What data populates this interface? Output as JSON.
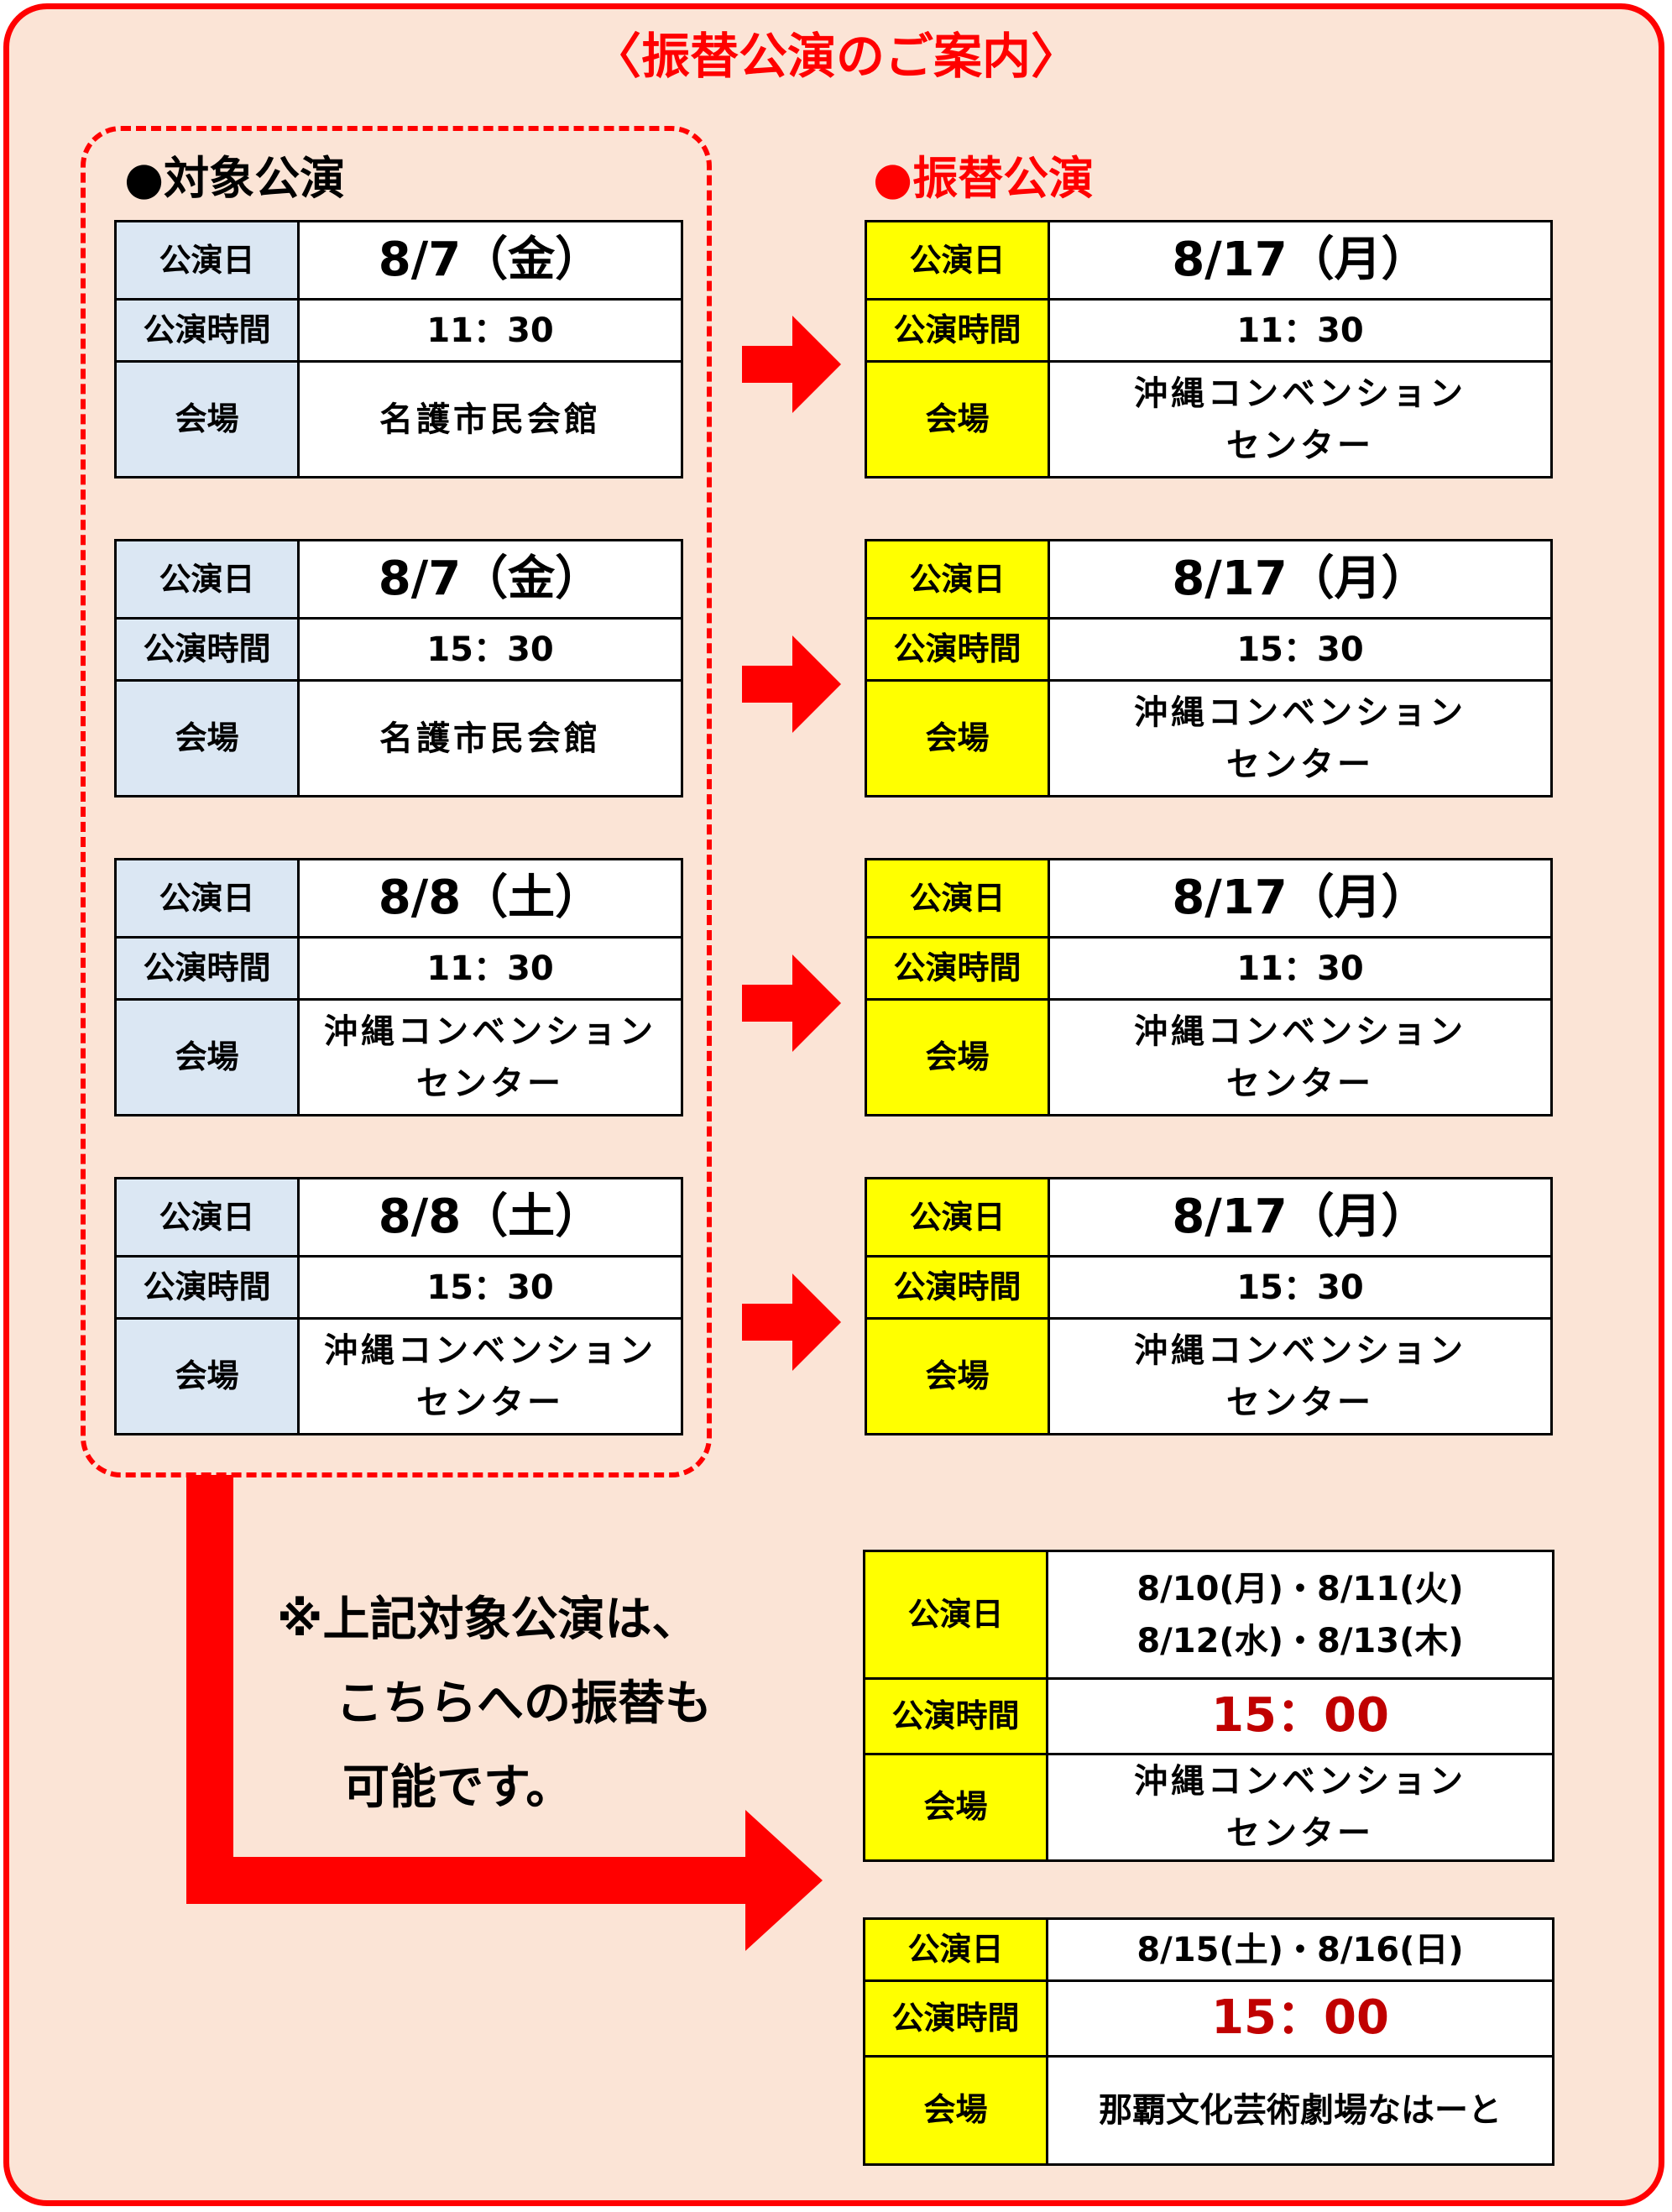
{
  "title": "〈振替公演のご案内〉",
  "left_heading": "●対象公演",
  "right_heading": "●振替公演",
  "labels": {
    "date": "公演日",
    "time": "公演時間",
    "venue": "会場"
  },
  "target_shows": [
    {
      "date": "8/7（金）",
      "time": "11：30",
      "venue_line1": "名護市民会館",
      "venue_line2": ""
    },
    {
      "date": "8/7（金）",
      "time": "15：30",
      "venue_line1": "名護市民会館",
      "venue_line2": ""
    },
    {
      "date": "8/8（土）",
      "time": "11：30",
      "venue_line1": "沖縄コンベンション",
      "venue_line2": "センター"
    },
    {
      "date": "8/8（土）",
      "time": "15：30",
      "venue_line1": "沖縄コンベンション",
      "venue_line2": "センター"
    }
  ],
  "transfer_shows": [
    {
      "date": "8/17（月）",
      "time": "11：30",
      "venue_line1": "沖縄コンベンション",
      "venue_line2": "センター"
    },
    {
      "date": "8/17（月）",
      "time": "15：30",
      "venue_line1": "沖縄コンベンション",
      "venue_line2": "センター"
    },
    {
      "date": "8/17（月）",
      "time": "11：30",
      "venue_line1": "沖縄コンベンション",
      "venue_line2": "センター"
    },
    {
      "date": "8/17（月）",
      "time": "15：30",
      "venue_line1": "沖縄コンベンション",
      "venue_line2": "センター"
    }
  ],
  "note_lines": [
    "※上記対象公演は、",
    "こちらへの振替も",
    "可能です。"
  ],
  "alt_shows": [
    {
      "date_line1": "8/10(月)・8/11(火)",
      "date_line2": "8/12(水)・8/13(木)",
      "time": "15：00",
      "venue_line1": "沖縄コンベンション",
      "venue_line2": "センター"
    },
    {
      "date_line1": "8/15(土)・8/16(日)",
      "date_line2": "",
      "time": "15：00",
      "venue_line1": "那覇文化芸術劇場なはーと",
      "venue_line2": ""
    }
  ],
  "colors": {
    "accent_red": "#ff0000",
    "time_red": "#c00000",
    "background": "#fbe4d6",
    "label_blue": "#dbe7f3",
    "label_yellow": "#ffff00"
  }
}
